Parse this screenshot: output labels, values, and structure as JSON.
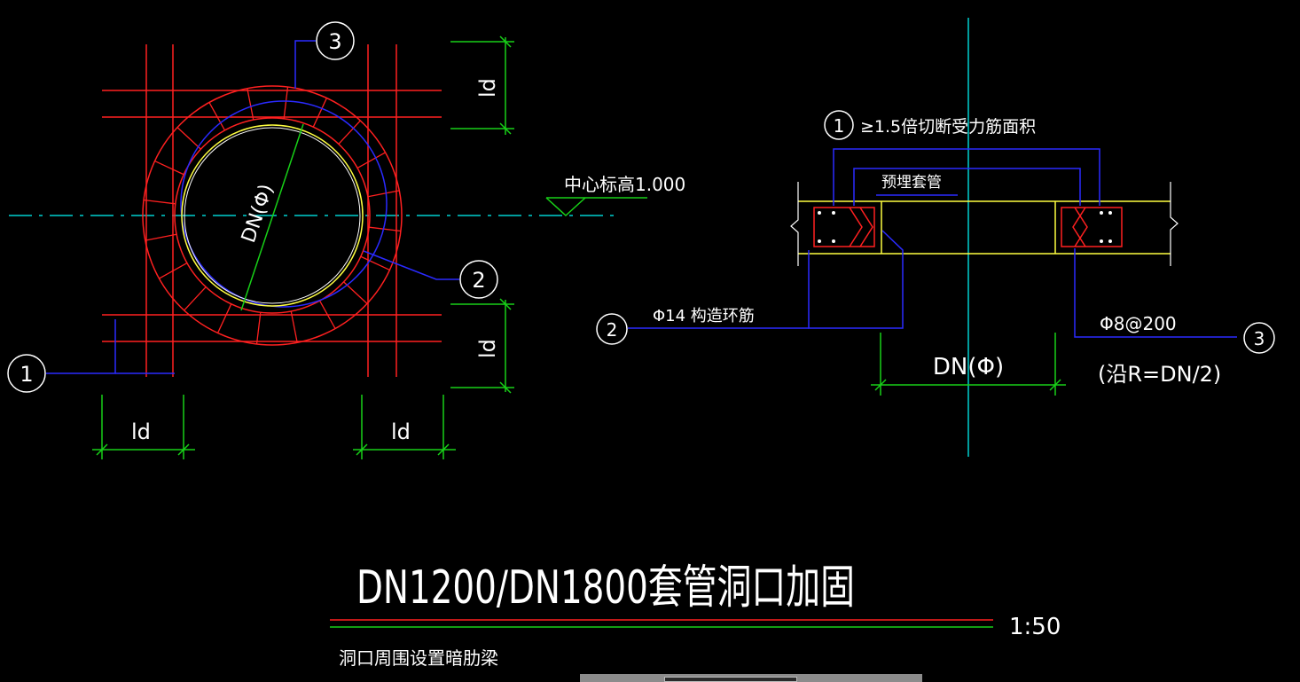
{
  "colors": {
    "background": "#000000",
    "rebar_red": "#ff2020",
    "dim_green": "#18d018",
    "leader_blue": "#2a2aff",
    "pipe_yellow": "#ffff40",
    "centerline_cyan": "#00d0d0",
    "text_white": "#ffffff"
  },
  "left_view": {
    "callouts": [
      "1",
      "2",
      "3"
    ],
    "pipe_label": "DN(Φ)",
    "elevation_label": "中心标高1.000",
    "dim_ld": "ld"
  },
  "right_view": {
    "callouts": [
      "1",
      "2",
      "3"
    ],
    "note_1": "≥1.5倍切断受力筋面积",
    "note_sleeve": "预埋套管",
    "note_2": "Φ14 构造环筋",
    "note_3": "Φ8@200",
    "note_3b": "(沿R=DN/2)",
    "dim_dn": "DN(Φ)"
  },
  "title": {
    "main": "DN1200/DN1800套管洞口加固",
    "scale": "1:50",
    "sub": "洞口周围设置暗肋梁"
  }
}
